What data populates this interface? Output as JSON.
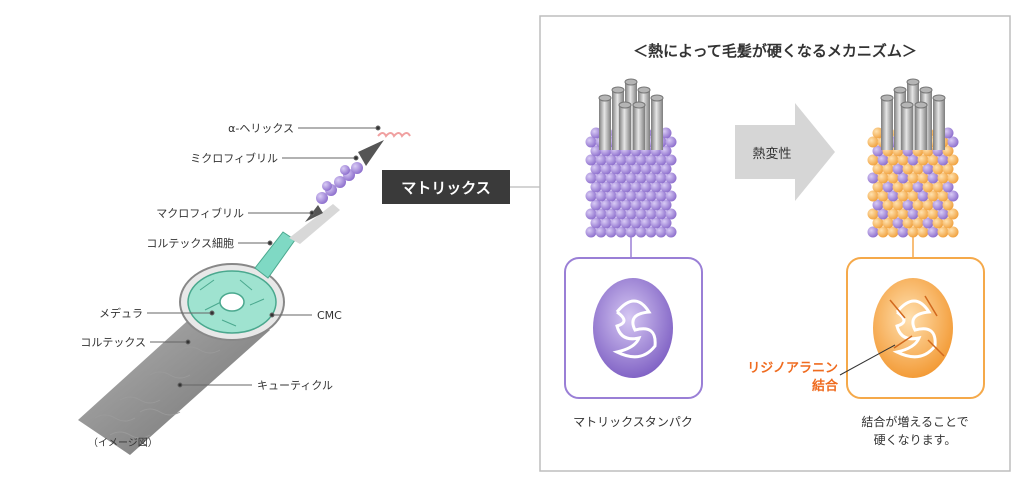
{
  "hair_labels": {
    "alpha_helix": "α-ヘリックス",
    "microfibril": "ミクロフィブリル",
    "macrofibril": "マクロフィブリル",
    "cortex_cell": "コルテックス細胞",
    "medulla": "メデュラ",
    "cortex": "コルテックス",
    "cmc": "CMC",
    "cuticle": "キューティクル",
    "image_note": "（イメージ図）"
  },
  "matrix_label": "マトリックス",
  "mechanism": {
    "title": "＜熱によって毛髪が硬くなるメカニズム＞",
    "arrow_label": "熱変性",
    "left_caption": "マトリックスタンパク",
    "bond_label_line1": "リジノアラニン",
    "bond_label_line2": "結合",
    "right_caption_line1": "結合が増えることで",
    "right_caption_line2": "硬くなります。"
  },
  "colors": {
    "matrix_box": "#3a3a3a",
    "panel_border": "#bdbdbd",
    "purple": "#9a7fd6",
    "purple_dark": "#6d4fb0",
    "orange": "#f5a94a",
    "orange_label": "#ef6b1f",
    "teal": "#7fd9c4",
    "hair_gray": "#8c8c8c",
    "arrow_gray": "#d6d6d6"
  }
}
